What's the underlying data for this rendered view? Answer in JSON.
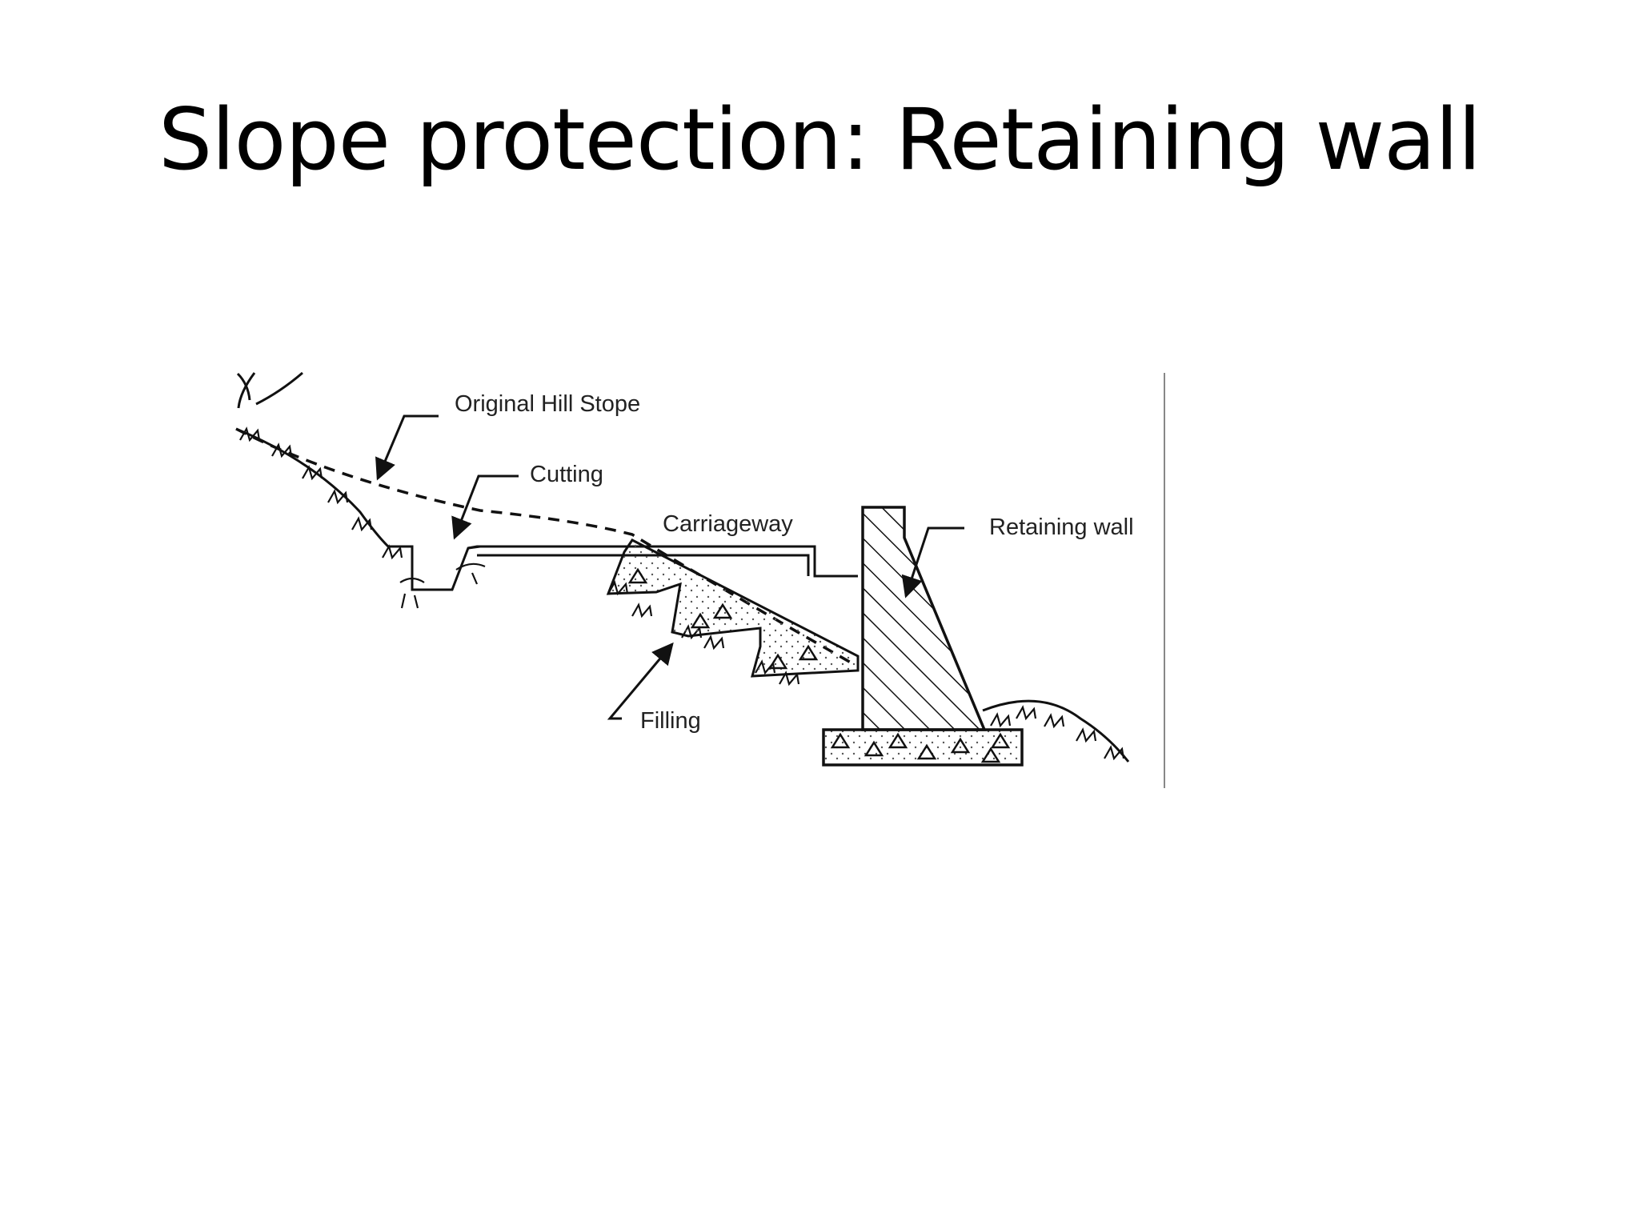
{
  "slide": {
    "title": "Slope protection: Retaining wall"
  },
  "diagram": {
    "labels": {
      "original_hill_slope": "Original Hill Stope",
      "cutting": "Cutting",
      "carriageway": "Carriageway",
      "retaining_wall": "Retaining wall",
      "filling": "Filling"
    },
    "colors": {
      "line": "#111111",
      "label": "#222222",
      "fill_dots": "#555555"
    }
  }
}
